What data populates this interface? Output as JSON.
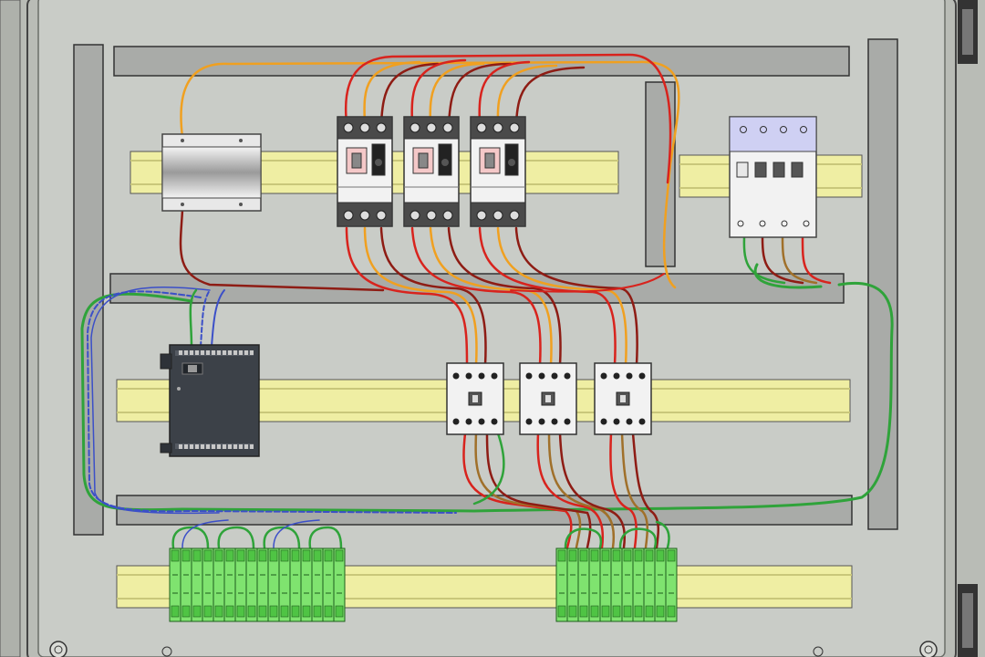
{
  "colors": {
    "enclosure": "#b9bcb6",
    "backplate": "#c9ccc7",
    "duct": "#a9aba8",
    "din_rail": "#efeea3",
    "wire_red": "#d8231d",
    "wire_darkred": "#8e1c14",
    "wire_orange": "#f0a020",
    "wire_brown": "#a0702a",
    "wire_green": "#2fa33a",
    "wire_blue": "#3b4fc8",
    "terminal_green": "#7fe36f",
    "plc_body": "#3c4148",
    "device_white": "#f2f2f2",
    "device_dark": "#4a4a4a"
  },
  "components": {
    "ducts": [
      {
        "name": "wire-duct-top"
      },
      {
        "name": "wire-duct-middle"
      },
      {
        "name": "wire-duct-bottom"
      },
      {
        "name": "wire-duct-left"
      },
      {
        "name": "wire-duct-right"
      },
      {
        "name": "wire-duct-vertical-center"
      }
    ],
    "din_rails": [
      {
        "name": "din-rail-top-left"
      },
      {
        "name": "din-rail-top-right"
      },
      {
        "name": "din-rail-middle"
      },
      {
        "name": "din-rail-bottom"
      }
    ],
    "power_supply": {
      "name": "power-supply-unit"
    },
    "motor_protection_breakers": [
      {
        "name": "motor-breaker-1"
      },
      {
        "name": "motor-breaker-2"
      },
      {
        "name": "motor-breaker-3"
      }
    ],
    "main_switch": {
      "name": "main-switch-4-pole"
    },
    "plc": {
      "name": "plc-logic-module"
    },
    "contactors": [
      {
        "name": "contactor-1"
      },
      {
        "name": "contactor-2"
      },
      {
        "name": "contactor-3"
      }
    ],
    "terminal_blocks": {
      "left_count": 16,
      "right_count": 11
    }
  }
}
